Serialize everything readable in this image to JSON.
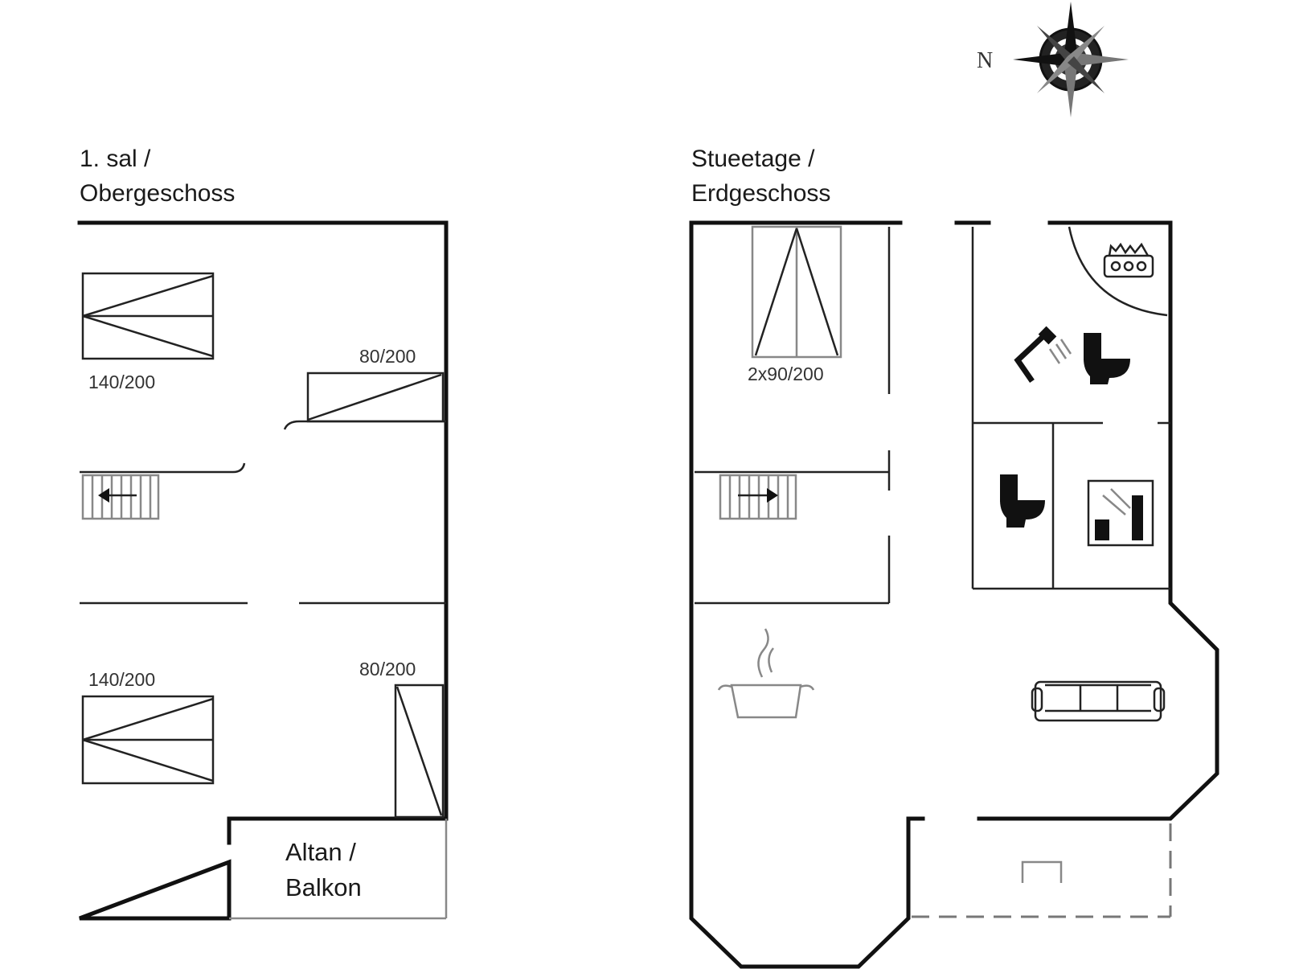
{
  "compass": {
    "label": "N"
  },
  "upper_floor": {
    "title_line1": "1. sal /",
    "title_line2": "Obergeschoss",
    "beds": [
      "140/200",
      "80/200",
      "140/200",
      "80/200"
    ],
    "balcony_line1": "Altan /",
    "balcony_line2": "Balkon"
  },
  "ground_floor": {
    "title_line1": "Stueetage /",
    "title_line2": "Erdgeschoss",
    "beds": [
      "2x90/200"
    ]
  },
  "colors": {
    "wall": "#111111",
    "thin": "#222222",
    "grey": "#888888"
  }
}
